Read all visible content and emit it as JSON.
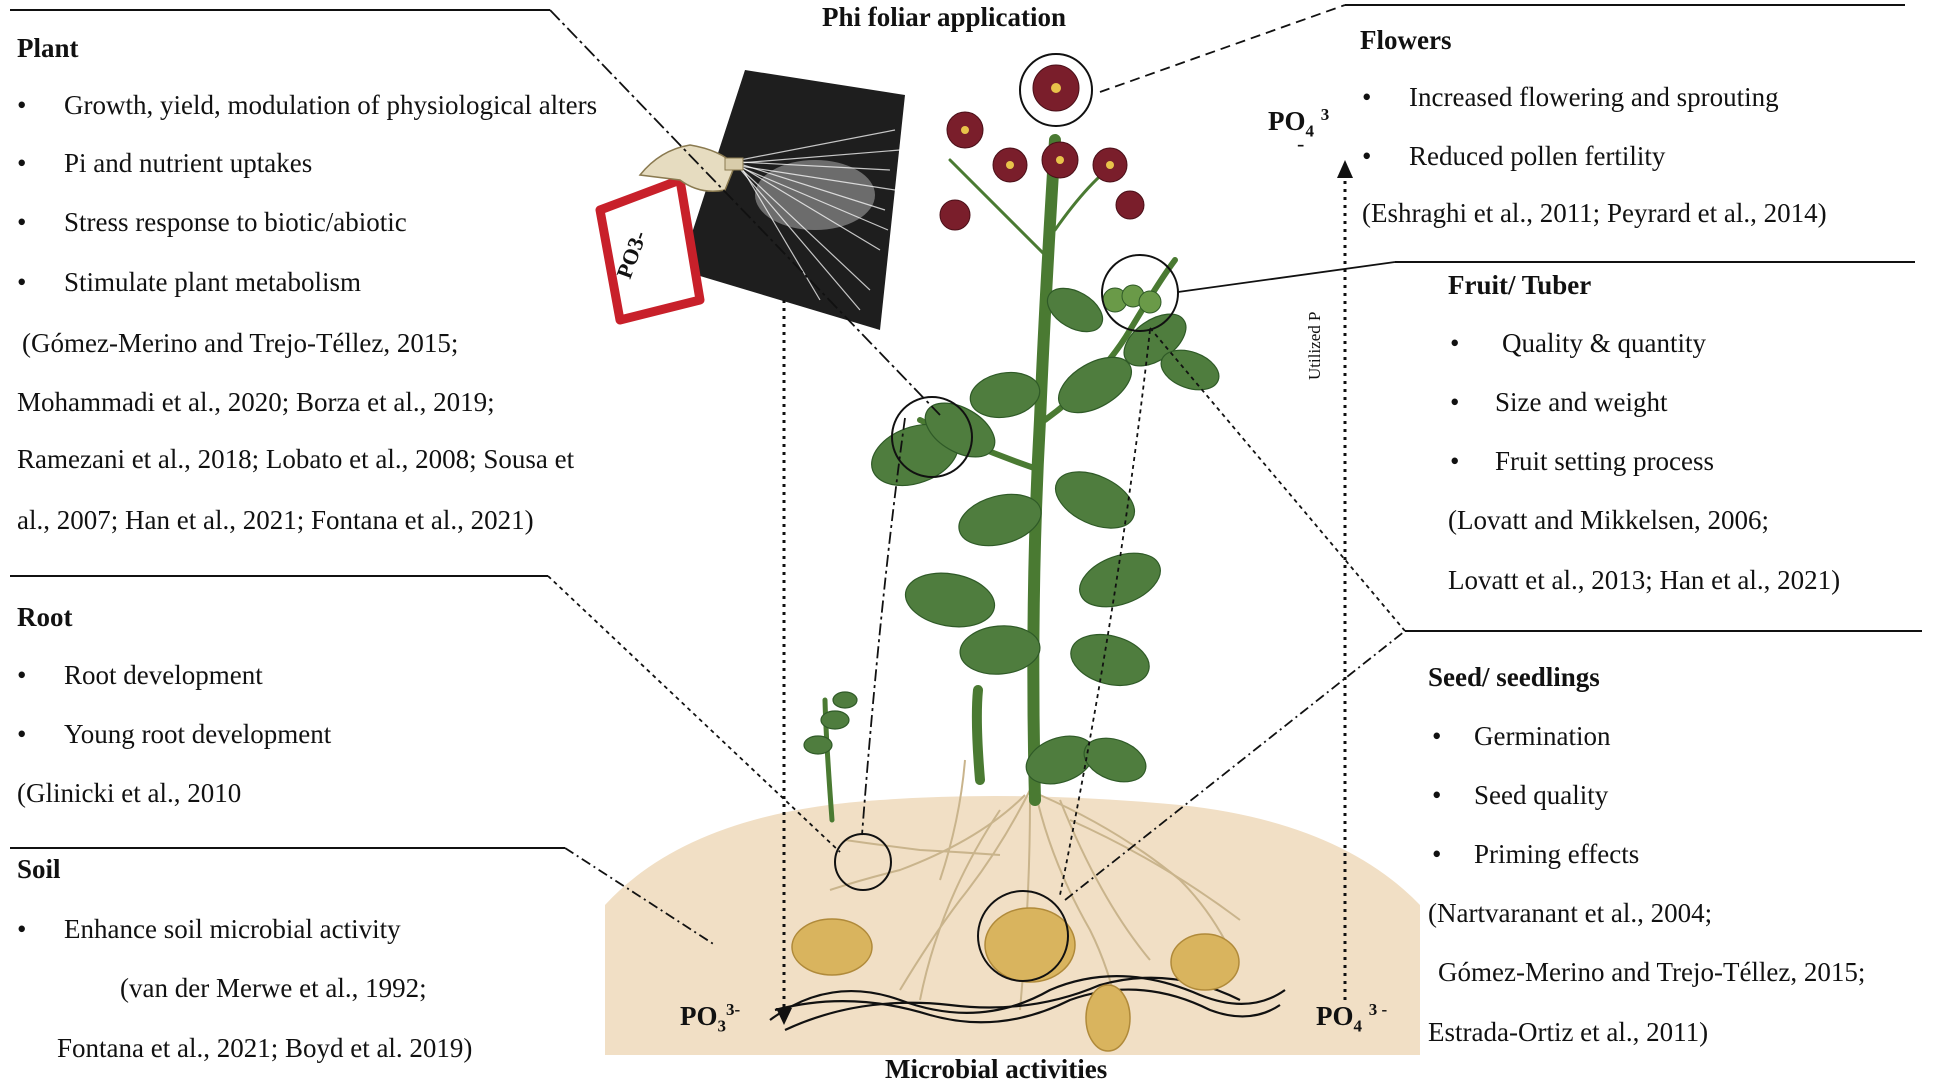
{
  "top_label": "Phi foliar application",
  "bottom_label": "Microbial activities",
  "utilized_label": "Utilized P",
  "chem": {
    "po3_base": "PO",
    "po3_sub": "3",
    "po3_sup": "3-",
    "po4_base": "PO",
    "po4_sub": "4",
    "po4_sup": "3",
    "po4_dash": "-",
    "po4_bottom_sup": "3 -",
    "bottle_text": "PO3-"
  },
  "plant": {
    "title": "Plant",
    "bullets": [
      "Growth, yield, modulation of physiological alters",
      "Pi and nutrient uptakes",
      "Stress response to biotic/abiotic",
      "Stimulate plant metabolism"
    ],
    "refs": [
      "(Gómez-Merino and Trejo-Téllez, 2015;",
      "Mohammadi et al., 2020; Borza et al., 2019;",
      "Ramezani et al., 2018; Lobato et al., 2008; Sousa et",
      "al., 2007; Han et al., 2021; Fontana et al., 2021)"
    ]
  },
  "root": {
    "title": "Root",
    "bullets": [
      "Root development",
      "Young root development"
    ],
    "refs": [
      "(Glinicki et al., 2010"
    ]
  },
  "soil": {
    "title": "Soil",
    "bullets": [
      "Enhance soil microbial activity"
    ],
    "refs": [
      "(van der Merwe et al., 1992;",
      "Fontana et al., 2021; Boyd et al. 2019)"
    ]
  },
  "flowers": {
    "title": "Flowers",
    "bullets": [
      "Increased flowering and sprouting",
      "Reduced pollen fertility"
    ],
    "refs": [
      "(Eshraghi et al., 2011; Peyrard et al., 2014)"
    ]
  },
  "fruit": {
    "title": "Fruit/ Tuber",
    "bullets": [
      "Quality & quantity",
      "Size and weight",
      "Fruit setting process"
    ],
    "refs": [
      "(Lovatt and Mikkelsen, 2006;",
      "Lovatt et al., 2013; Han et al., 2021)"
    ]
  },
  "seed": {
    "title": "Seed/ seedlings",
    "bullets": [
      "Germination",
      "Seed quality",
      "Priming effects"
    ],
    "refs": [
      "(Nartvaranant et al., 2004;",
      "Gómez-Merino and Trejo-Téllez, 2015;",
      "Estrada-Ortiz et al., 2011)"
    ]
  },
  "bullet_char": "•",
  "colors": {
    "soil": "#f1dfc5",
    "leaf": "#4f7d3e",
    "leaf_dark": "#2f5a27",
    "stem": "#5a8a3c",
    "flower": "#7a1e2b",
    "tuber": "#d9b45e",
    "bottle_red": "#c8202a"
  }
}
